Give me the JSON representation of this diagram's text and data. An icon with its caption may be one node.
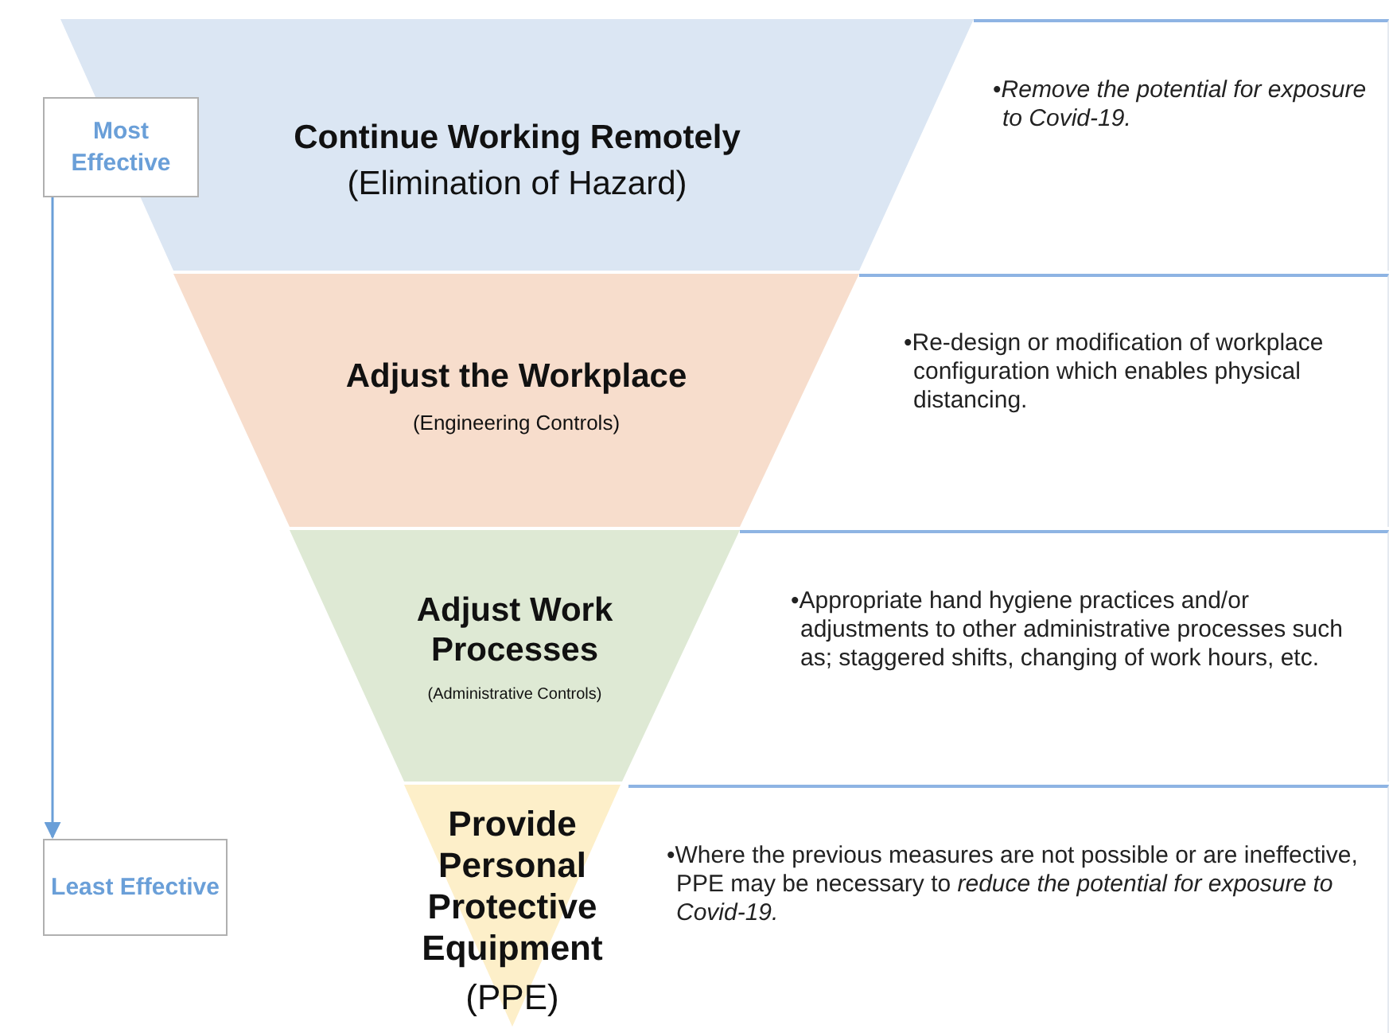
{
  "diagram": {
    "nodes": [
      {
        "text": [
          "Continue Working Remotely",
          "(Elimination of Hazard)"
        ]
      },
      {
        "text": [
          "•*Remove the potential for exposure to Covid-19.*"
        ]
      },
      {
        "text": [
          "Most Effective"
        ]
      },
      {
        "text": [
          "Adjust the Workplace",
          "(Engineering Controls)"
        ]
      },
      {
        "text": [
          "•Re-design or modification of workplace configuration which enables physical distancing."
        ]
      },
      {
        "text": [
          "Adjust Work Processes",
          "(Administrative Controls)"
        ]
      },
      {
        "text": [
          "•Appropriate hand hygiene practices and/or adjustments to other administrative processes such as; staggered shifts, changing of work hours, etc."
        ]
      },
      {
        "text": [
          "Least Effective"
        ]
      },
      {
        "text": [
          "Provide Personal Protective Equipment",
          "(PPE)"
        ]
      },
      {
        "text": [
          "•Where the previous measures are not possible or are ineffective, PPE may be necessary to *reduce the potential for exposure to Covid-19.*"
        ]
      }
    ],
    "edges": [
      {
        "from": 2,
        "to": 7,
        "arrow": "to"
      }
    ]
  }
}
